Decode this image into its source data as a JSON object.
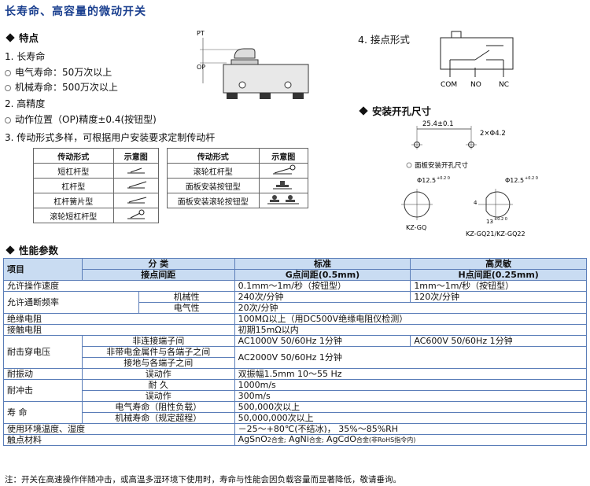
{
  "title": "长寿命、高容量的微动开关",
  "features": {
    "heading": "特点",
    "item1": "1. 长寿命",
    "item1_a": "电气寿命：50万次以上",
    "item1_b": "机械寿命：500万次以上",
    "item2": "2. 高精度",
    "item2_a": "动作位置（OP)精度±0.4(按钮型)",
    "item3": "3. 传动形式多样，可根据用户安装要求定制传动杆"
  },
  "actuator_table": {
    "head_form": "传动形式",
    "head_diagram": "示意图",
    "left": [
      "短杠杆型",
      "杠杆型",
      "杠杆簧片型",
      "滚轮短杠杆型"
    ],
    "right": [
      "滚轮杠杆型",
      "面板安装按钮型",
      "面板安装滚轮按钮型"
    ]
  },
  "dim_labels": {
    "pt": "PT",
    "op": "OP"
  },
  "contact": {
    "heading": "4. 接点形式",
    "com": "COM",
    "no": "NO",
    "nc": "NC"
  },
  "mount": {
    "heading": "安装开孔尺寸",
    "dim1": "25.4±0.1",
    "dim2": "2×Φ4.2",
    "panel_label": "面板安装开孔尺寸",
    "d1": "Φ12.5",
    "d1_sup": "+0.2 0",
    "d2": "Φ12.5",
    "d2_sup": "+0.2 0",
    "dim_13": "13",
    "dim_13_sup": "+0.2 0",
    "dim_4": "4",
    "label1": "KZ-GQ",
    "label2": "KZ-GQ21/KZ-GQ22"
  },
  "perf": {
    "heading": "性能参数",
    "h_item": "项目",
    "h_class": "分    类",
    "h_gap": "接点间距",
    "h_std": "标准",
    "h_std_gap": "G点间距(0.5mm)",
    "h_hs": "高灵敏",
    "h_hs_gap": "H点间距(0.25mm)",
    "r1": [
      "允许操作速度",
      "0.1mm～1m/秒（按钮型）",
      "1mm～1m/秒（按钮型）"
    ],
    "r2": [
      "允许通断频率",
      "机械性",
      "240次/分钟",
      "120次/分钟"
    ],
    "r3": [
      "电气性",
      "20次/分钟"
    ],
    "r4": [
      "绝缘电阻",
      "100MΩ以上（用DC500V绝缘电阻仪检测）"
    ],
    "r5": [
      "接触电阻",
      "初期15mΩ以内"
    ],
    "r6": [
      "耐击穿电压",
      "非连接端子间",
      "AC1000V  50/60Hz 1分钟",
      "AC600V  50/60Hz 1分钟"
    ],
    "r7": [
      "非带电金属件与各端子之间",
      "AC2000V  50/60Hz 1分钟"
    ],
    "r8": [
      "接地与各端子之间"
    ],
    "r9": [
      "耐振动",
      "误动作",
      "双振幅1.5mm   10～55 Hz"
    ],
    "r10": [
      "耐冲击",
      "耐      久",
      "1000m/s"
    ],
    "r11": [
      "误动作",
      "300m/s"
    ],
    "r12": [
      "寿    命",
      "电气寿命（阻性负载）",
      "500,000次以上"
    ],
    "r13": [
      "机械寿命（规定超程）",
      "50,000,000次以上"
    ],
    "r14": [
      "使用环境温度、湿度",
      "－25～+80℃(不结冰)，  35%～85%RH"
    ],
    "r15_label": "触点材料",
    "r15_a": "AgSnO",
    "r15_a2": "2合金;",
    "r15_b": "AgNi",
    "r15_b2": "合金;",
    "r15_c": "AgCdO",
    "r15_c2": "合金(非RoHS指令内)"
  },
  "note": "注：开关在高速操作伴随冲击，或高温多湿环境下使用时，寿命与性能会因负载容量而显著降低，敬请垂询。"
}
